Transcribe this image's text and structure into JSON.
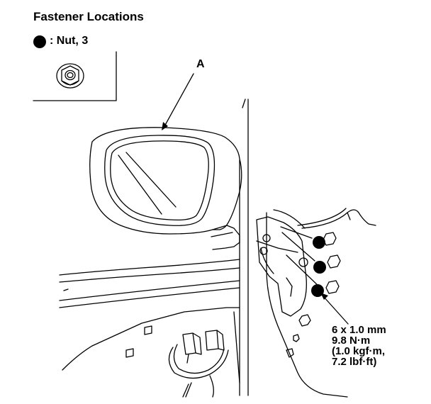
{
  "title": "Fastener Locations",
  "legend": {
    "text": ": Nut, 3",
    "icon": "filled-circle-icon"
  },
  "callout_a": "A",
  "spec": {
    "size": "6 x 1.0 mm",
    "torque_nm": "9.8 N·m",
    "torque_kgf": "(1.0 kgf·m,",
    "torque_lbf": "7.2 lbf·ft)"
  },
  "colors": {
    "ink": "#000000",
    "paper": "#ffffff"
  }
}
